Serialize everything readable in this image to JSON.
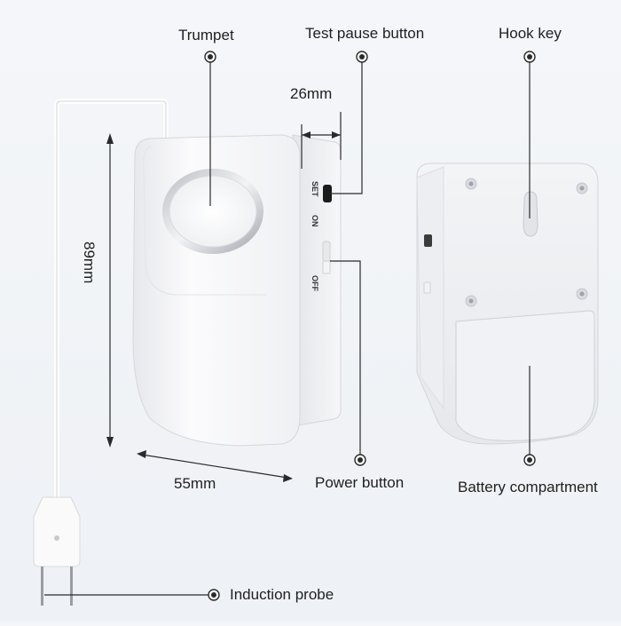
{
  "labels": {
    "trumpet": "Trumpet",
    "test_pause_button": "Test pause button",
    "hook_key": "Hook key",
    "power_button": "Power button",
    "battery_compartment": "Battery compartment",
    "induction_probe": "Induction probe"
  },
  "dimensions": {
    "depth": "26mm",
    "height": "89mm",
    "width": "55mm"
  },
  "switch_markings": {
    "set": "SET",
    "on": "ON",
    "off": "OFF"
  },
  "colors": {
    "device_body": "#f7f7f8",
    "device_shadow": "#d9dbe0",
    "callout_line": "#2a2a2a",
    "callout_dot": "#3a3a3a"
  },
  "icons": [
    "callout-dot-icon"
  ]
}
